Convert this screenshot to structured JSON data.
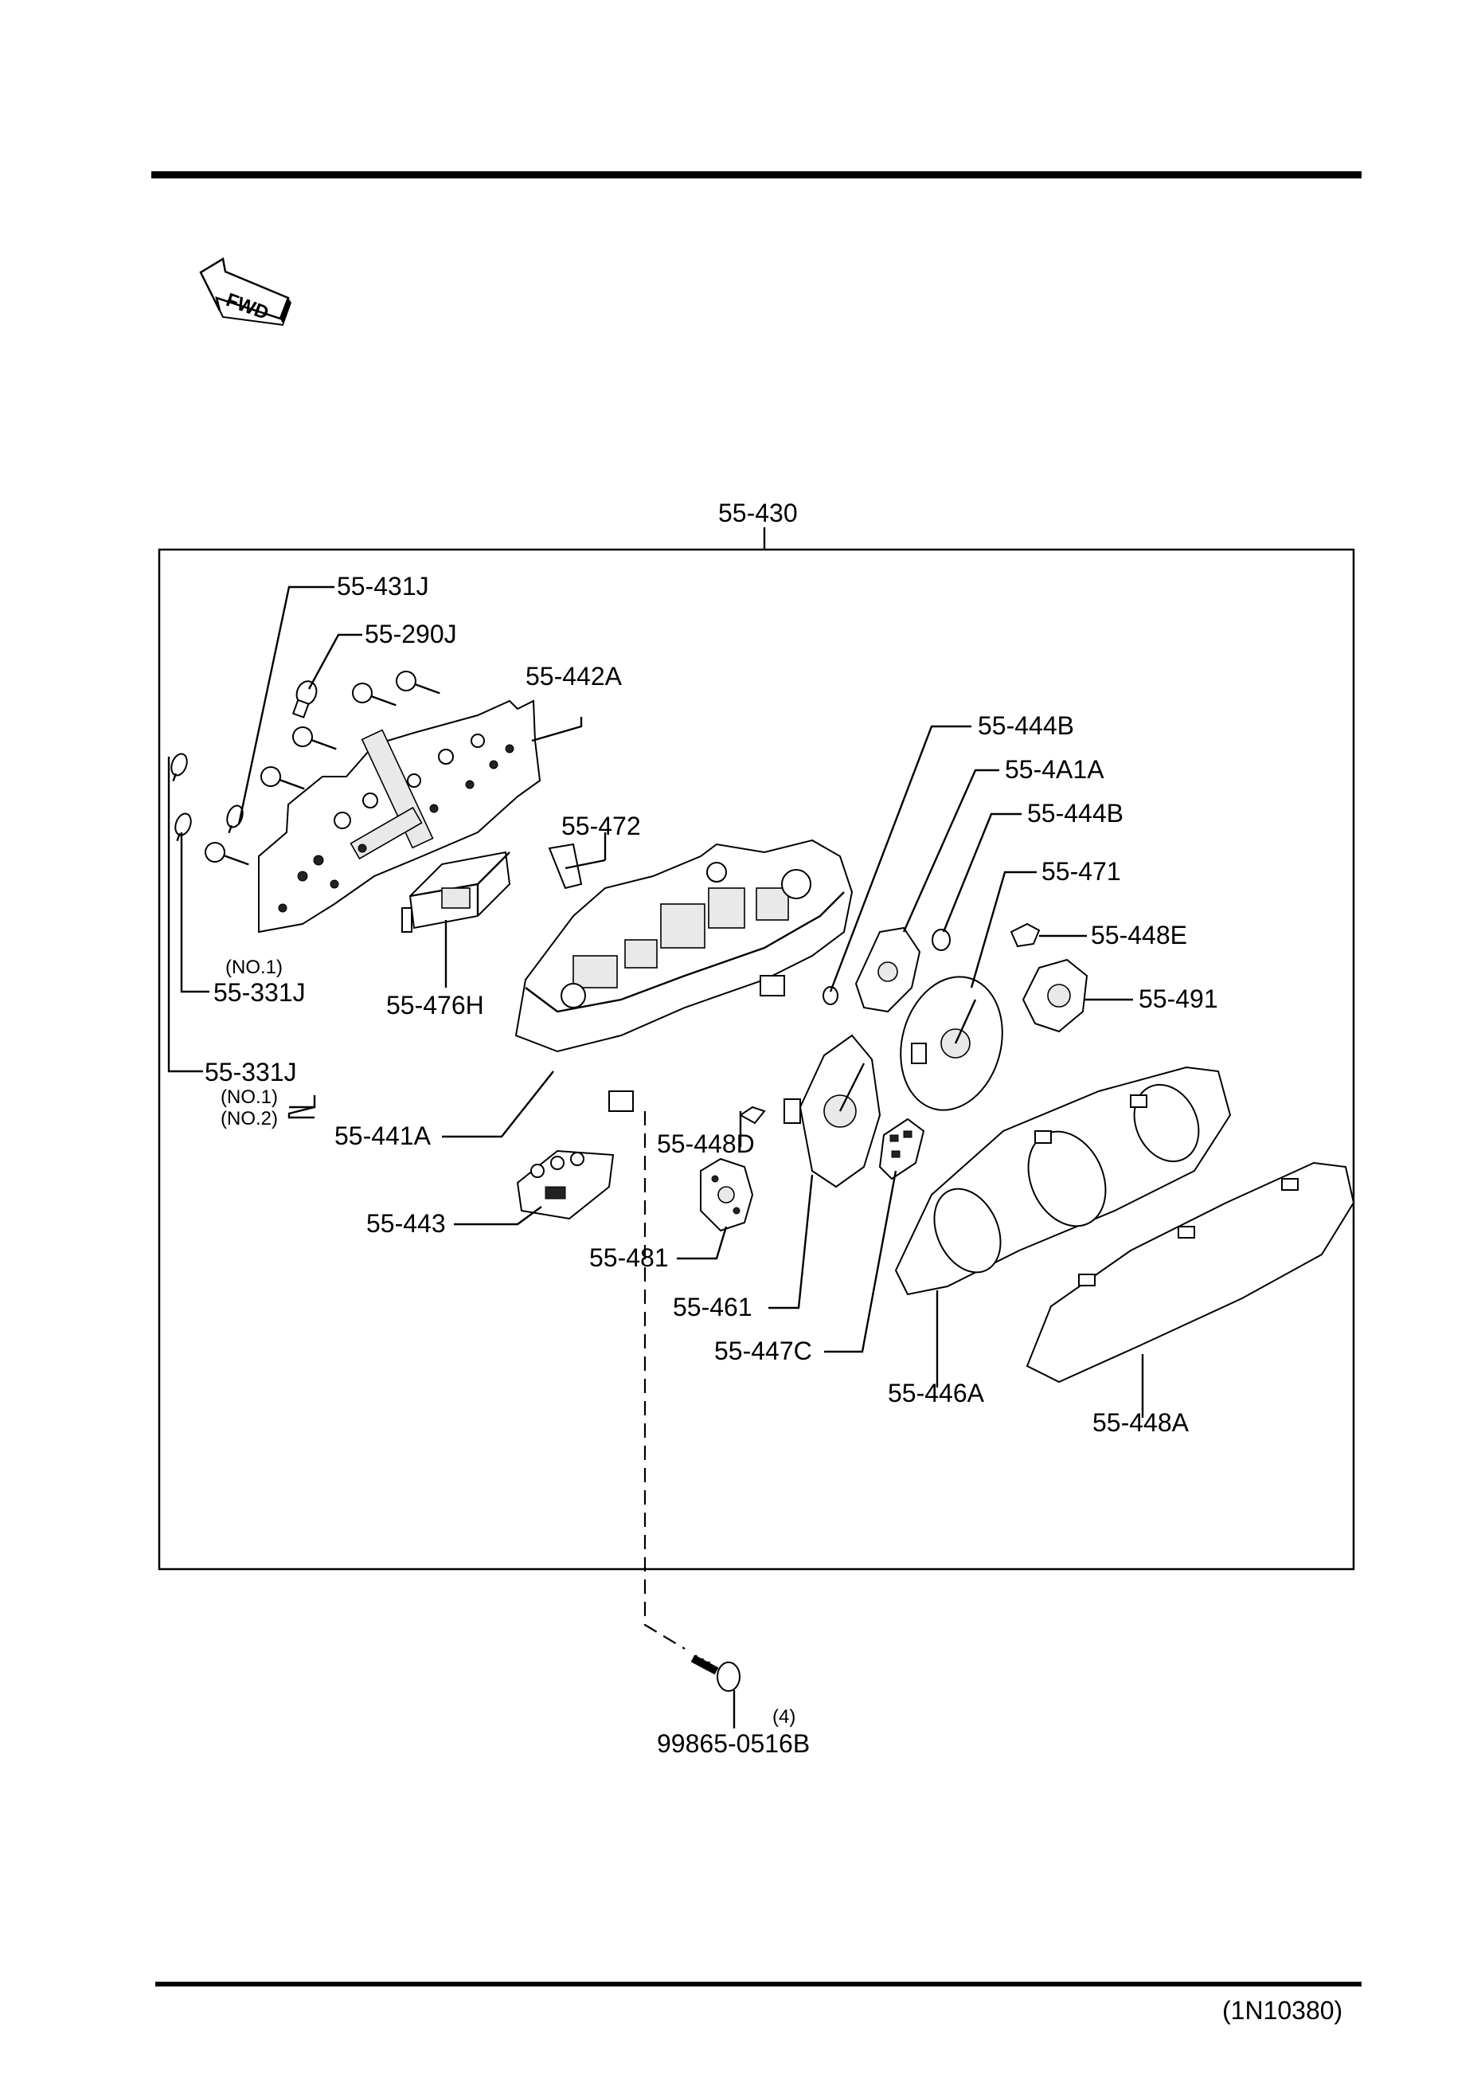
{
  "fwd_label": "FWD",
  "assembly_label": "55-430",
  "diagram_code": "(1N10380)",
  "callouts": {
    "c431J": "55-431J",
    "c290J": "55-290J",
    "c442A": "55-442A",
    "c472": "55-472",
    "c476H": "55-476H",
    "c331J_a_note": "(NO.1)",
    "c331J_a": "55-331J",
    "c331J_b": "55-331J",
    "c331J_b_no1": "(NO.1)",
    "c331J_b_no2": "(NO.2)",
    "c441A": "55-441A",
    "c443": "55-443",
    "c444B_a": "55-444B",
    "c4A1A": "55-4A1A",
    "c444B_b": "55-444B",
    "c471": "55-471",
    "c448E": "55-448E",
    "c491": "55-491",
    "c448D": "55-448D",
    "c481": "55-481",
    "c461": "55-461",
    "c447C": "55-447C",
    "c446A": "55-446A",
    "c448A": "55-448A",
    "bolt_qty": "(4)",
    "bolt_part": "99865-0516B"
  }
}
